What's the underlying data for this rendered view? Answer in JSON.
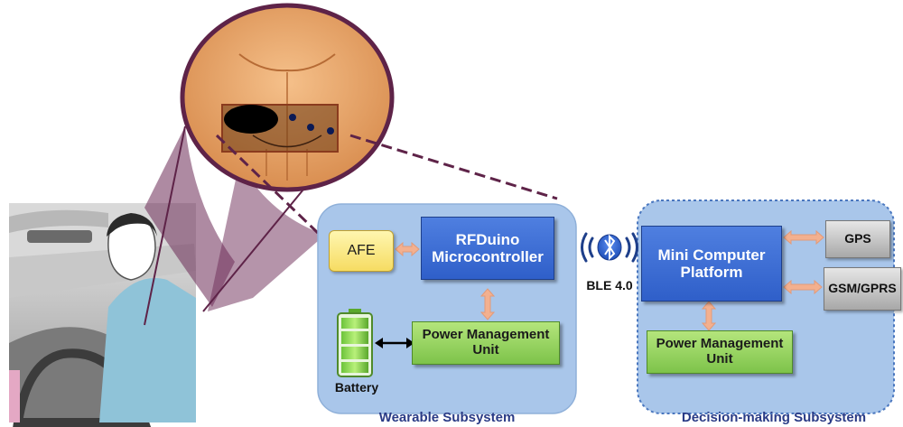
{
  "wearable": {
    "afe": "AFE",
    "rfduino": "RFDuino Microcontroller",
    "power_mgmt": "Power Management Unit",
    "battery": "Battery",
    "caption": "Wearable Subsystem"
  },
  "link": {
    "label": "BLE 4.0"
  },
  "decision": {
    "mini_computer": "Mini Computer Platform",
    "power_mgmt": "Power Management Unit",
    "gps": "GPS",
    "gsm": "GSM/GPRS",
    "caption": "Decision-making Subsystem"
  },
  "colors": {
    "panel_fill": "#a9c6ea",
    "accent_blue": "#2f5fc9",
    "accent_green": "#7dc34a",
    "arrow_fill": "#f3b08f",
    "lens_purple": "#5e2348",
    "caption_text": "#2a3b86"
  },
  "icons": [
    "bluetooth-icon",
    "battery-icon",
    "wireless-wave-icon"
  ]
}
